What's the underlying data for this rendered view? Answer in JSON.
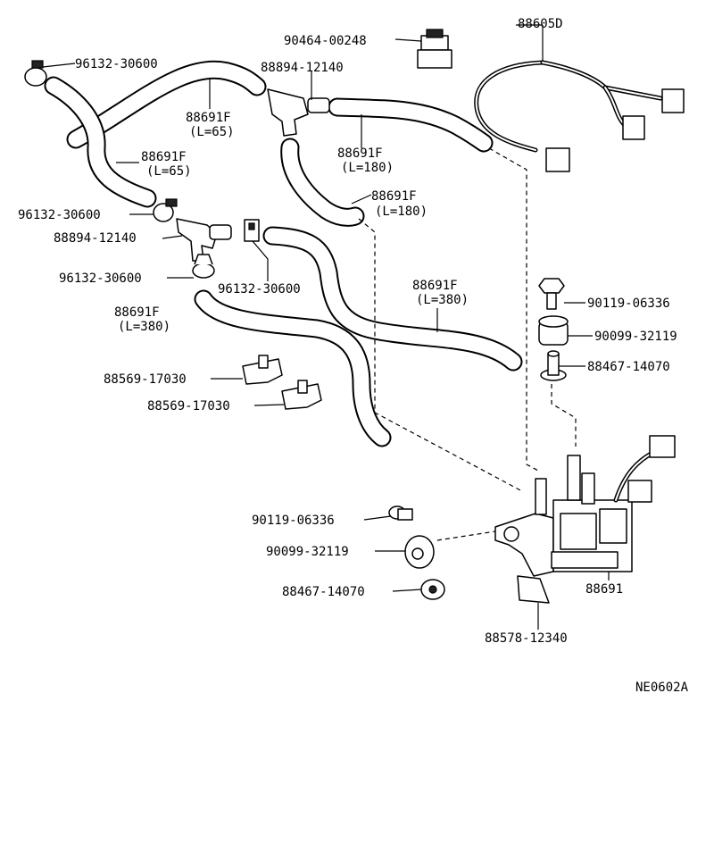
{
  "labels": [
    "96132-30600",
    "90464-00248",
    "88605D",
    "88894-12140",
    "88691F",
    "(L=65)",
    "88691F",
    "(L=65)",
    "88691F",
    "(L=180)",
    "88691F",
    "(L=180)",
    "96132-30600",
    "88894-12140",
    "96132-30600",
    "96132-30600",
    "88691F",
    "(L=380)",
    "88691F",
    "(L=380)",
    "88569-17030",
    "88569-17030",
    "90119-06336",
    "90099-32119",
    "88467-14070",
    "90119-06336",
    "90099-32119",
    "88467-14070",
    "88691",
    "88578-12340",
    "NE0602A"
  ]
}
